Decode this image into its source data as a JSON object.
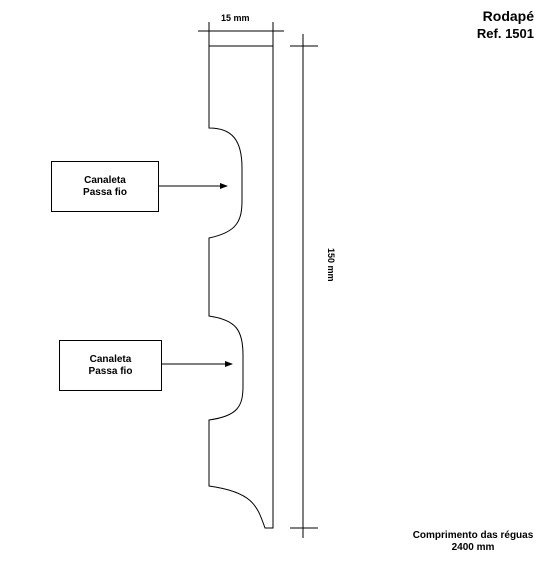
{
  "title": {
    "name": "Rodapé",
    "reference": "Ref. 1501"
  },
  "dimensions": {
    "width": "15 mm",
    "height": "150 mm"
  },
  "callouts": [
    {
      "line1": "Canaleta",
      "line2": "Passa fio"
    },
    {
      "line1": "Canaleta",
      "line2": "Passa fio"
    }
  ],
  "footer": {
    "line1": "Comprimento das réguas",
    "line2": "2400 mm"
  }
}
